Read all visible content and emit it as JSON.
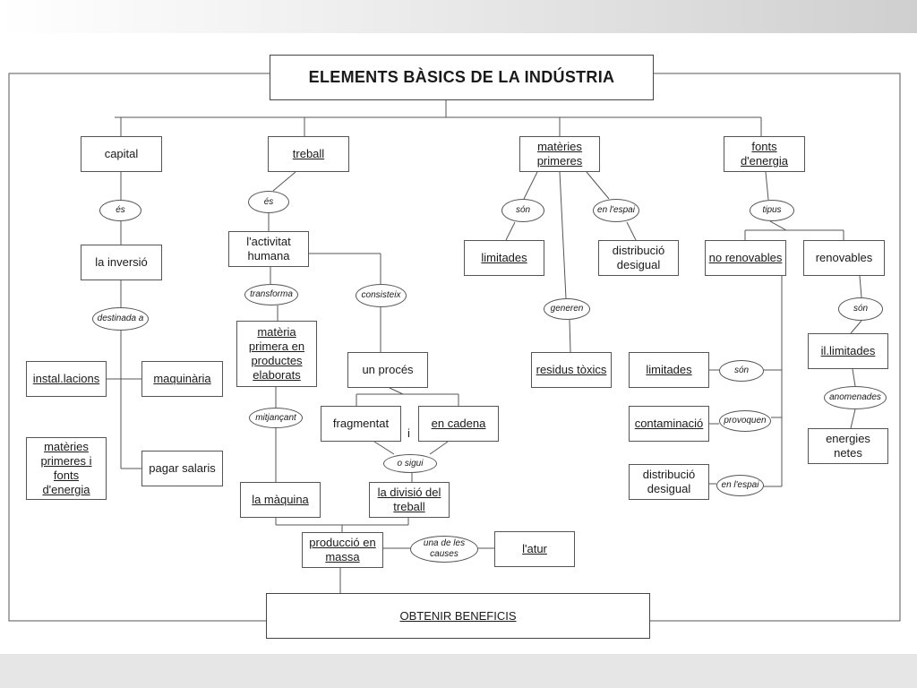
{
  "title": "ELEMENTS BÀSICS DE LA INDÚSTRIA",
  "footer": "OBTENIR BENEFICIS",
  "nodes": {
    "capital": "capital",
    "treball": "treball",
    "materies_primeres": "matèries primeres",
    "fonts_energia": "fonts d'energia",
    "la_inversio": "la inversió",
    "instalacions": "instal.lacions",
    "maquinaria": "maquinària",
    "materies_fonts": "matèries primeres i fonts d'energia",
    "pagar_salaris": "pagar salaris",
    "activitat_humana": "l'activitat humana",
    "materia_primera_productes": "matèria primera en productes elaborats",
    "la_maquina": "la màquina",
    "un_proces": "un procés",
    "fragmentat": "fragmentat",
    "en_cadena": "en cadena",
    "divisio_treball": "la divisió del treball",
    "produccio_massa": "producció en massa",
    "latur": "l'atur",
    "limitades_materies": "limitades",
    "distribucio_desigual_materies": "distribució desigual",
    "residus_toxics": "residus tòxics",
    "no_renovables": "no renovables",
    "renovables": "renovables",
    "limitades_energia": "limitades",
    "contaminacio": "contaminació",
    "distribucio_desigual_energia": "distribució desigual",
    "il_limitades": "il.limitades",
    "energies_netes": "energies netes"
  },
  "connectors": {
    "es_capital": "és",
    "destinada_a": "destinada a",
    "es_treball": "és",
    "transforma": "transforma",
    "consisteix": "consisteix",
    "mitjancant": "mitjançant",
    "i": "i",
    "o_sigui": "o sigui",
    "una_de_les_causes": "una de les causes",
    "son_materies": "són",
    "en_lespai_materies": "en l'espai",
    "generen": "generen",
    "tipus": "tipus",
    "son_energia": "són",
    "provoquen": "provoquen",
    "en_lespai_energia": "en l'espai",
    "son_renovables": "són",
    "anomenades": "anomenades"
  }
}
